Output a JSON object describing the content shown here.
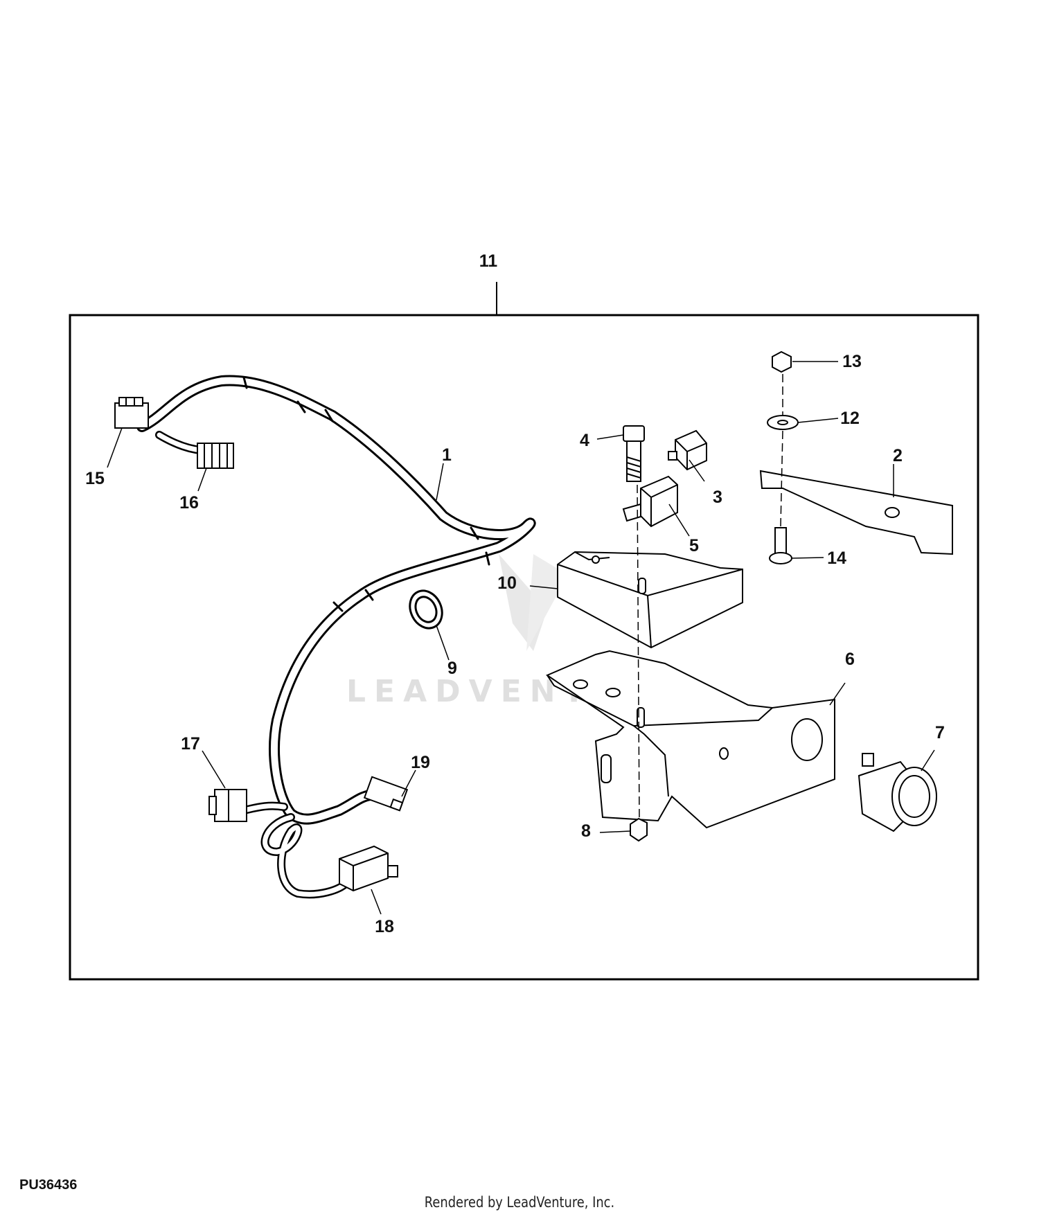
{
  "figure_code": "PU36436",
  "credit": "Rendered by LeadVenture, Inc.",
  "watermark": "LEADVENTURE",
  "callouts": {
    "c1": "1",
    "c2": "2",
    "c3": "3",
    "c4": "4",
    "c5": "5",
    "c6": "6",
    "c7": "7",
    "c8": "8",
    "c9": "9",
    "c10": "10",
    "c11": "11",
    "c12": "12",
    "c13": "13",
    "c14": "14",
    "c15": "15",
    "c16": "16",
    "c17": "17",
    "c18": "18",
    "c19": "19"
  }
}
